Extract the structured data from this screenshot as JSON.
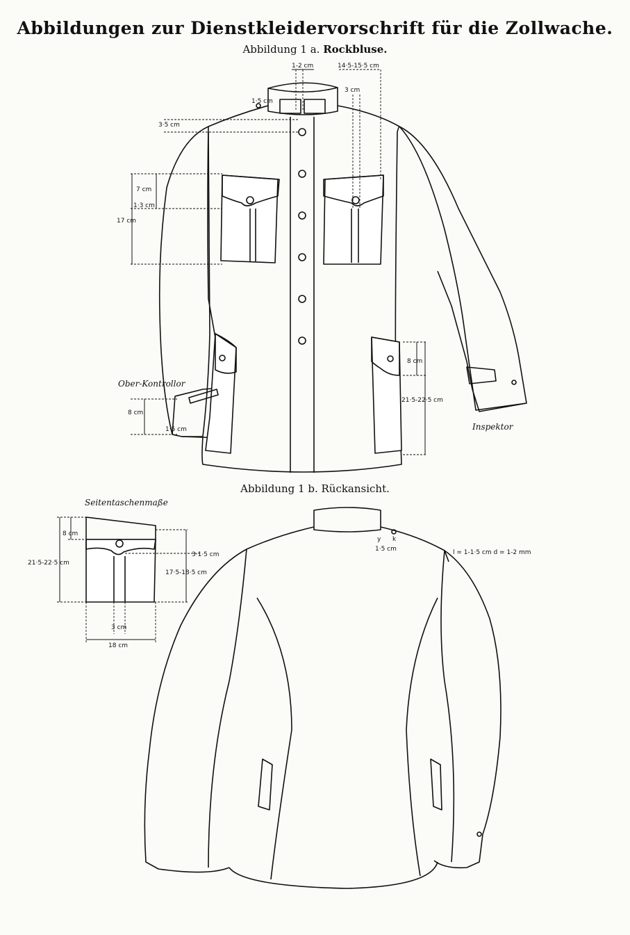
{
  "page": {
    "title": "Abbildungen zur Dienstkleidervorschrift für die Zollwache.",
    "fig1a_prefix": "Abbildung 1 a.",
    "fig1a_name": "Rockbluse.",
    "fig1b_label": "Abbildung 1 b. Rückansicht."
  },
  "front": {
    "collar_dim": "1-2 cm",
    "width_dim": "14·5-15·5 cm",
    "collar_small": "3 cm",
    "shoulder_small": "1·5 cm",
    "dim_35": "3·5 cm",
    "pocket_7": "7 cm",
    "pocket_13": "1·3 cm",
    "pocket_17": "17 cm",
    "hip_8": "8 cm",
    "hip_215": "21·5-22·5 cm",
    "cuff_8": "8 cm",
    "cuff_small": "1·5 cm",
    "label_oberkontrollor": "Ober-Kontrollor",
    "label_inspektor": "Inspektor"
  },
  "side_pocket": {
    "heading": "Seitentaschenmaße",
    "dim_8": "8 cm",
    "dim_215": "21·5-22·5 cm",
    "dim_315": "3·1·5 cm",
    "dim_175": "17·5-18·5 cm",
    "dim_3": "3 cm",
    "dim_18": "18 cm"
  },
  "back": {
    "y_label": "y",
    "k_label": "k",
    "dim_15": "1·5 cm",
    "tab_dims": "l = 1-1·5 cm  d = 1-2 mm"
  }
}
